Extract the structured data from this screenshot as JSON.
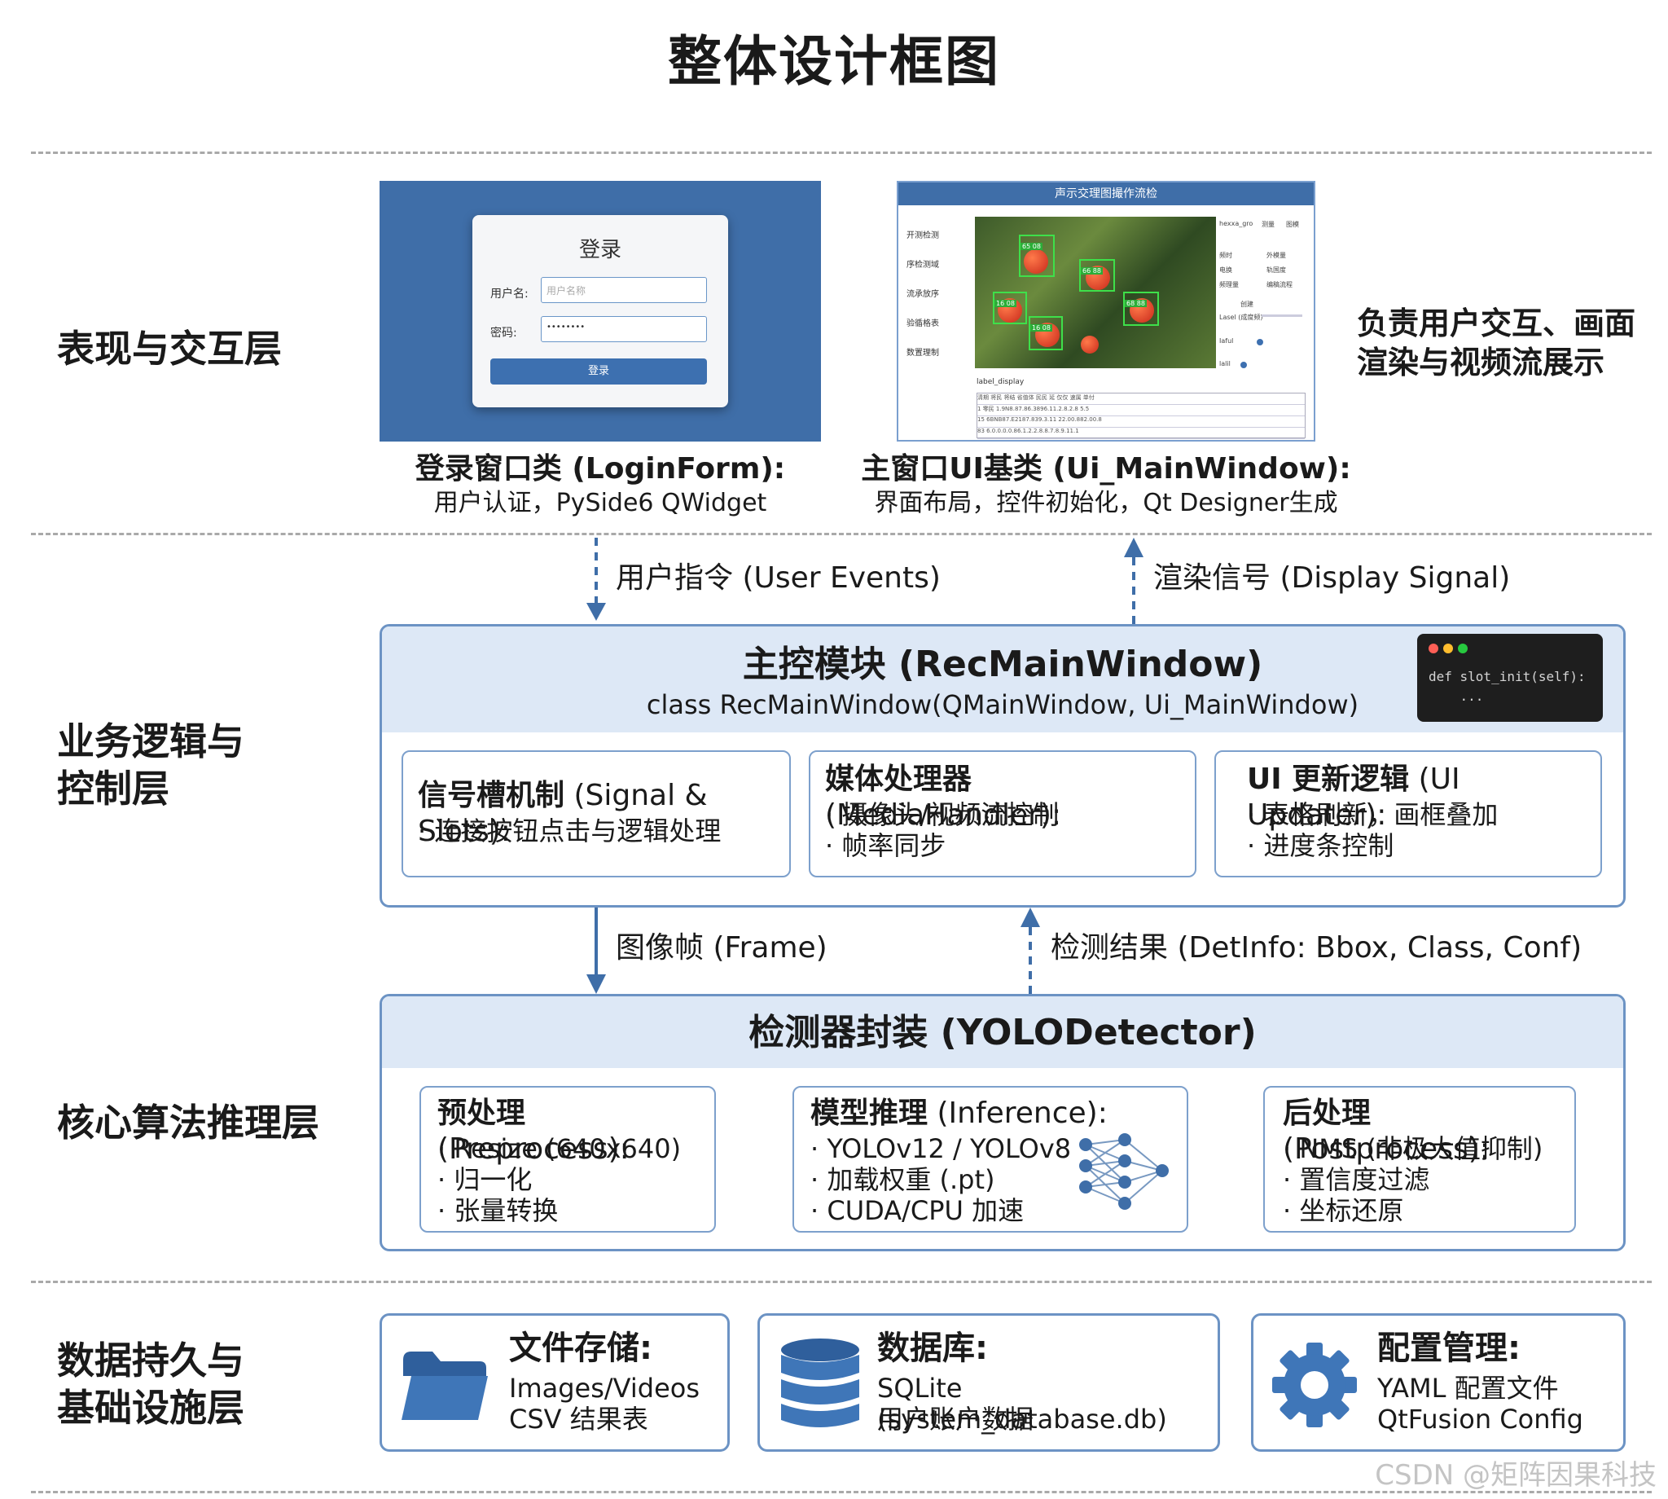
{
  "title": "整体设计框图",
  "layers": {
    "presentation": "表现与交互层",
    "business_line1": "业务逻辑与",
    "business_line2": "控制层",
    "core": "核心算法推理层",
    "data_line1": "数据持久与",
    "data_line2": "基础设施层"
  },
  "presentation": {
    "login": {
      "dialog_title": "登录",
      "username_label": "用户名:",
      "username_placeholder": "用户名称",
      "password_label": "密码:",
      "password_value": "••••••••",
      "button": "登录"
    },
    "main_window": {
      "title_bar": "声示交理图撮作流检",
      "sidebar_items": [
        "开测检测",
        "序检测域",
        "流承放序",
        "验循格表",
        "数置理制"
      ],
      "image_label": "label_display",
      "detections": [
        "65 08",
        "66 88",
        "16 08",
        "68 88",
        "16 08"
      ],
      "right_panel": [
        "hexxa_gro",
        "测量",
        "图模",
        "频时",
        "外模量",
        "电换",
        "轨国度",
        "频理量",
        "编稿流程",
        "创建",
        "Lasel (成度频)",
        "Iaful",
        "lalil"
      ],
      "table_rows": [
        "清期  将民  将结  省值体  民民  延  仅仅  速属  单付",
        "1  零民 1.9N8.87.86.3896.11.2.8.2.8 5.5",
        "15  6BNB87.E2187.839.3.11 22.00.882.00.8",
        "83  6.0.0.0.0.86.1.2.2.8.8.7.8.9.11.1"
      ]
    },
    "login_caption_title": "登录窗口类 (LoginForm):",
    "login_caption_sub": "用户认证，PySide6 QWidget",
    "mw_caption_title": "主窗口UI基类 (Ui_MainWindow):",
    "mw_caption_sub": "界面布局，控件初始化，Qt Designer生成",
    "right_note_line1": "负责用户交互、画面",
    "right_note_line2": "渲染与视频流展示"
  },
  "arrows": {
    "user_events": "用户指令 (User Events)",
    "display_signal": "渲染信号 (Display Signal)",
    "frame": "图像帧 (Frame)",
    "det_info": "检测结果 (DetInfo: Bbox, Class, Conf)"
  },
  "business": {
    "title": "主控模块 (RecMainWindow)",
    "subtitle": "class RecMainWindow(QMainWindow, Ui_MainWindow)",
    "code_line1": "def slot_init(self):",
    "code_line2": "    ...",
    "signal": {
      "title_cn": "信号槽机制",
      "title_en": " (Signal & Slots):",
      "lines": [
        "· 连接按钮点击与逻辑处理"
      ]
    },
    "media": {
      "title_cn": "媒体处理器",
      "title_en": " (MediaHandler):",
      "lines": [
        "· 摄像头/视频流控制",
        "· 帧率同步"
      ]
    },
    "updater": {
      "title_cn": "UI 更新逻辑",
      "title_en": " (UI Updater):",
      "lines": [
        "· 表格刷新，画框叠加",
        "· 进度条控制"
      ]
    }
  },
  "core": {
    "title": "检测器封装 (YOLODetector)",
    "pre": {
      "title_cn": "预处理",
      "title_en": " (Preprocess):",
      "lines": [
        "· Resize  (640x640)",
        "· 归一化",
        "· 张量转换"
      ]
    },
    "infer": {
      "title_cn": "模型推理",
      "title_en": " (Inference):",
      "lines": [
        "· YOLOv12 / YOLOv8",
        "· 加载权重 (.pt)",
        "· CUDA/CPU 加速"
      ]
    },
    "post": {
      "title_cn": "后处理",
      "title_en": " (Postprocess):",
      "lines": [
        "· NMS (非极大值抑制)",
        "· 置信度过滤",
        "· 坐标还原"
      ]
    }
  },
  "data": {
    "files": {
      "title": "文件存储:",
      "line1": "Images/Videos",
      "line2": "CSV 结果表"
    },
    "db": {
      "title": "数据库:",
      "line1": "SQLite (system_database.db)",
      "line2": "用户账户数据"
    },
    "config": {
      "title": "配置管理:",
      "line1": "YAML 配置文件",
      "line2": "QtFusion Config"
    }
  },
  "watermark": "CSDN @矩阵因果科技",
  "colors": {
    "accent": "#3f6ea8",
    "border": "#6c93c4",
    "header": "#dde8f6"
  }
}
